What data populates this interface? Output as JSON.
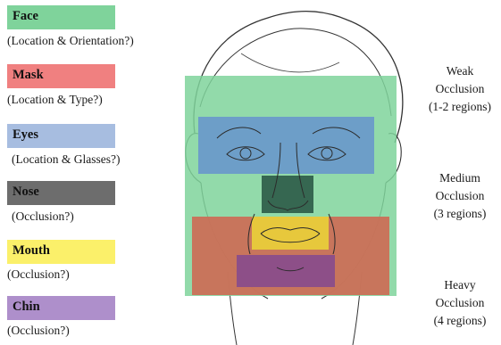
{
  "categories": [
    {
      "label": "Face",
      "question": "(Location & Orientation?)",
      "color": "#7fd39b"
    },
    {
      "label": "Mask",
      "question": "(Location & Type?)",
      "color": "#f08080"
    },
    {
      "label": "Eyes",
      "question": "(Location & Glasses?)",
      "color": "#a7bde0"
    },
    {
      "label": "Nose",
      "question": "(Occlusion?)",
      "color": "#6d6d6d"
    },
    {
      "label": "Mouth",
      "question": "(Occlusion?)",
      "color": "#fbf06a"
    },
    {
      "label": "Chin",
      "question": "(Occlusion?)",
      "color": "#ae8fcb"
    }
  ],
  "occlusion_levels": [
    {
      "lines": [
        "Weak",
        "Occlusion",
        "(1-2 regions)"
      ]
    },
    {
      "lines": [
        "Medium",
        "Occlusion",
        "(3 regions)"
      ]
    },
    {
      "lines": [
        "Heavy",
        "Occlusion",
        "(4 regions)"
      ]
    }
  ]
}
